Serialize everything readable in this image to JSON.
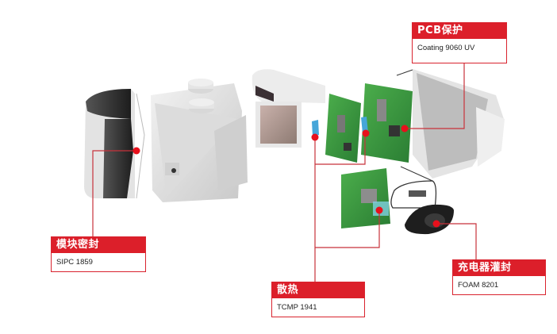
{
  "callouts": {
    "pcb": {
      "title": "PCB保护",
      "product": "Coating 9060 UV"
    },
    "module": {
      "title": "模块密封",
      "product": "SIPC 1859"
    },
    "thermal": {
      "title": "散热",
      "product": "TCMP 1941"
    },
    "charger": {
      "title": "充电器灌封",
      "product": "FOAM 8201"
    }
  },
  "colors": {
    "accent": "#dc1f2a",
    "line": "#c8323b",
    "dot": "#e8101c"
  }
}
